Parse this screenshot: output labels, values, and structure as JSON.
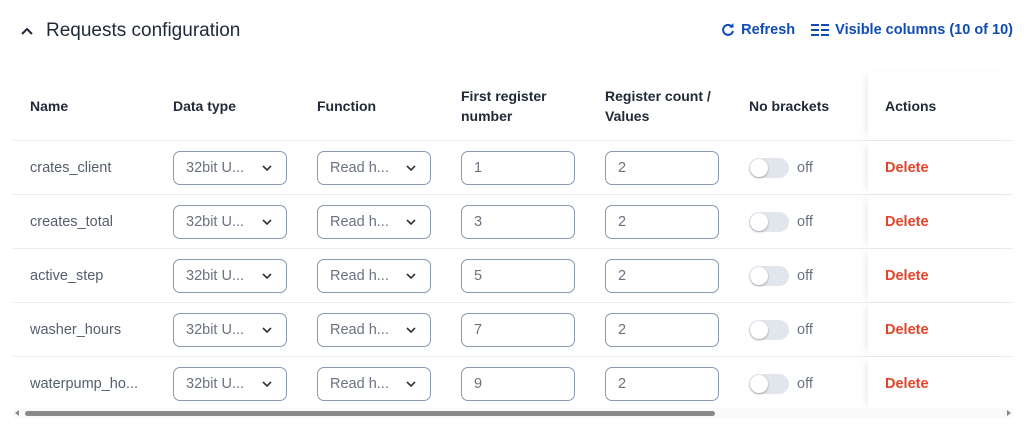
{
  "header": {
    "title": "Requests configuration",
    "refresh": "Refresh",
    "visible_columns": "Visible columns (10 of 10)"
  },
  "columns": {
    "name": "Name",
    "data_type": "Data type",
    "function": "Function",
    "first_register": "First register number",
    "register_count": "Register count / Values",
    "no_brackets": "No brackets",
    "actions": "Actions"
  },
  "rows": [
    {
      "name": "crates_client",
      "data_type": "32bit U...",
      "function": "Read h...",
      "first_register": "1",
      "register_count": "2",
      "no_brackets": "off",
      "action": "Delete"
    },
    {
      "name": "creates_total",
      "data_type": "32bit U...",
      "function": "Read h...",
      "first_register": "3",
      "register_count": "2",
      "no_brackets": "off",
      "action": "Delete"
    },
    {
      "name": "active_step",
      "data_type": "32bit U...",
      "function": "Read h...",
      "first_register": "5",
      "register_count": "2",
      "no_brackets": "off",
      "action": "Delete"
    },
    {
      "name": "washer_hours",
      "data_type": "32bit U...",
      "function": "Read h...",
      "first_register": "7",
      "register_count": "2",
      "no_brackets": "off",
      "action": "Delete"
    },
    {
      "name": "waterpump_ho...",
      "data_type": "32bit U...",
      "function": "Read h...",
      "first_register": "9",
      "register_count": "2",
      "no_brackets": "off",
      "action": "Delete"
    }
  ]
}
